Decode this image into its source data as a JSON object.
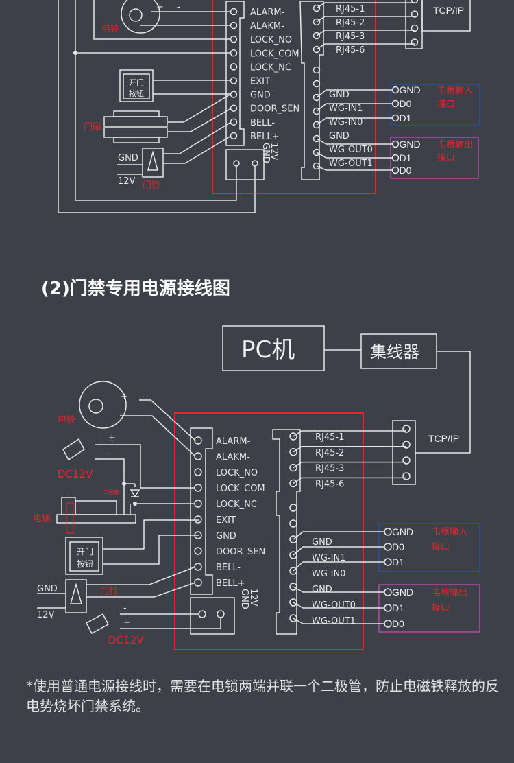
{
  "top_diagram": {
    "left_terminals": [
      "ALARM-",
      "ALAKM-",
      "LOCK_NO",
      "LOCK_COM",
      "LOCK_NC",
      "EXIT",
      "GND",
      "DOOR_SEN",
      "BELL-",
      "BELL+"
    ],
    "rj45_terminals": [
      "RJ45-1",
      "RJ45-2",
      "RJ45-3",
      "RJ45-6"
    ],
    "wg_terminals": [
      "GND",
      "WG-IN1",
      "WG-IN0",
      "GND",
      "WG-OUT0",
      "WG-OUT1"
    ],
    "power_label_12v": "12V",
    "power_label_gnd": "GND",
    "tcpip": "TCP/IP",
    "wiegand_in": {
      "pins": [
        "GND",
        "D0",
        "D1"
      ],
      "label_1": "韦根输入",
      "label_2": "接口"
    },
    "wiegand_out": {
      "pins": [
        "GND",
        "D1",
        "D0"
      ],
      "label_1": "韦根输出",
      "label_2": "接口"
    },
    "bell_label": "电铃",
    "plus": "+",
    "minus": "-",
    "exit_button_1": "开门",
    "exit_button_2": "按钮",
    "door_sensor_label": "门磁",
    "doorbell_label": "门铃",
    "doorbell_gnd": "GND",
    "doorbell_12v": "12V"
  },
  "section_title": "(2)门禁专用电源接线图",
  "bottom_diagram": {
    "pc": "PC机",
    "hub": "集线器",
    "tcpip": "TCP/IP",
    "left_terminals": [
      "ALARM-",
      "ALAKM-",
      "LOCK_NO",
      "LOCK_COM",
      "LOCK_NC",
      "EXIT",
      "GND",
      "DOOR_SEN",
      "BELL-",
      "BELL+"
    ],
    "rj45_terminals": [
      "RJ45-1",
      "RJ45-2",
      "RJ45-3",
      "RJ45-6"
    ],
    "wg_terminals": [
      "GND",
      "WG-IN1",
      "WG-IN0",
      "GND",
      "WG-OUT0",
      "WG-OUT1"
    ],
    "power_label_12v": "12V",
    "power_label_gnd": "GND",
    "wiegand_in": {
      "pins": [
        "GND",
        "D0",
        "D1"
      ],
      "label_1": "韦根输入",
      "label_2": "接口"
    },
    "wiegand_out": {
      "pins": [
        "GND",
        "D1",
        "D0"
      ],
      "label_1": "韦根输出",
      "label_2": "接口"
    },
    "bell_label": "电铃",
    "dc12v_label": "DC12V",
    "dc12v_label_2": "DC12V",
    "diode_label": "二极管",
    "lock_label": "电锁",
    "exit_button_1": "开门",
    "exit_button_2": "按钮",
    "doorbell_label": "门铃",
    "doorbell_gnd": "GND",
    "doorbell_12v": "12V",
    "plus": "+",
    "minus": "-"
  },
  "footnote": "*使用普通电源接线时，需要在电锁两端并联一个二极管，防止电磁铁释放的反电势烧坏门禁系统。",
  "colors": {
    "background": "#3d4048",
    "board": "#e8252a",
    "wiegand_in": "#2a4fa8",
    "wiegand_out": "#b04aa8",
    "wire": "#e6e6e6"
  }
}
